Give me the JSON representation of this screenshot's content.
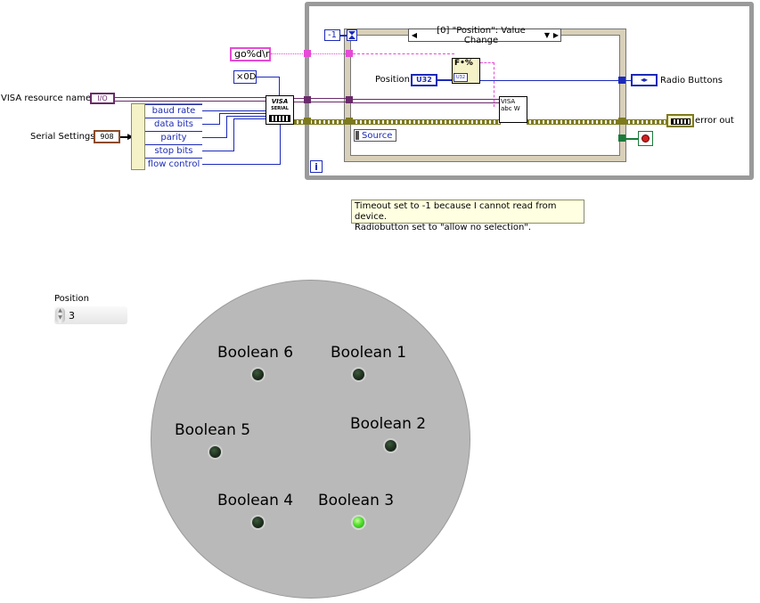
{
  "block_diagram": {
    "format_string": "go%d\\r",
    "hex_constant": "×0D",
    "timeout_constant": "-1",
    "visa_resource_label": "VISA resource name",
    "visa_terminal_glyph": "I/O",
    "serial_settings_label": "Serial Settings",
    "serial_settings_glyph": "908",
    "cluster_items": [
      "baud rate",
      "data bits",
      "parity",
      "stop bits",
      "flow control"
    ],
    "visa_serial_node": {
      "line1": "VISA",
      "line2": "SERIAL"
    },
    "event_case_selector": "[0] \"Position\": Value Change",
    "position_label": "Position",
    "position_terminal": "U32",
    "u32_small": "U32",
    "source_label": "Source",
    "visa_write_glyph": "VISA abc W",
    "iteration_glyph": "i",
    "radio_buttons_label": "Radio Buttons",
    "radio_terminal_glyph": "◂▸",
    "error_out_label": "error out",
    "comment_line1": "Timeout set to -1 because I cannot read from device.",
    "comment_line2": "Radiobutton set to \"allow no selection\"."
  },
  "front_panel": {
    "position_control": {
      "label": "Position",
      "value": "3"
    },
    "radio_group": {
      "leds": [
        {
          "label": "Boolean 6",
          "on": false
        },
        {
          "label": "Boolean 1",
          "on": false
        },
        {
          "label": "Boolean 5",
          "on": false
        },
        {
          "label": "Boolean 2",
          "on": false
        },
        {
          "label": "Boolean 4",
          "on": false
        },
        {
          "label": "Boolean 3",
          "on": true
        }
      ]
    }
  },
  "colors": {
    "string_wire": "#e64ad6",
    "visa_wire": "#6a2a6a",
    "numeric_wire": "#1c2ab8",
    "error_wire": "#7d7a1e",
    "boolean_wire": "#1b7a3a",
    "led_on": "#4fe02c",
    "led_off": "#1d2e1d",
    "radio_panel": "#b9b9b9"
  }
}
